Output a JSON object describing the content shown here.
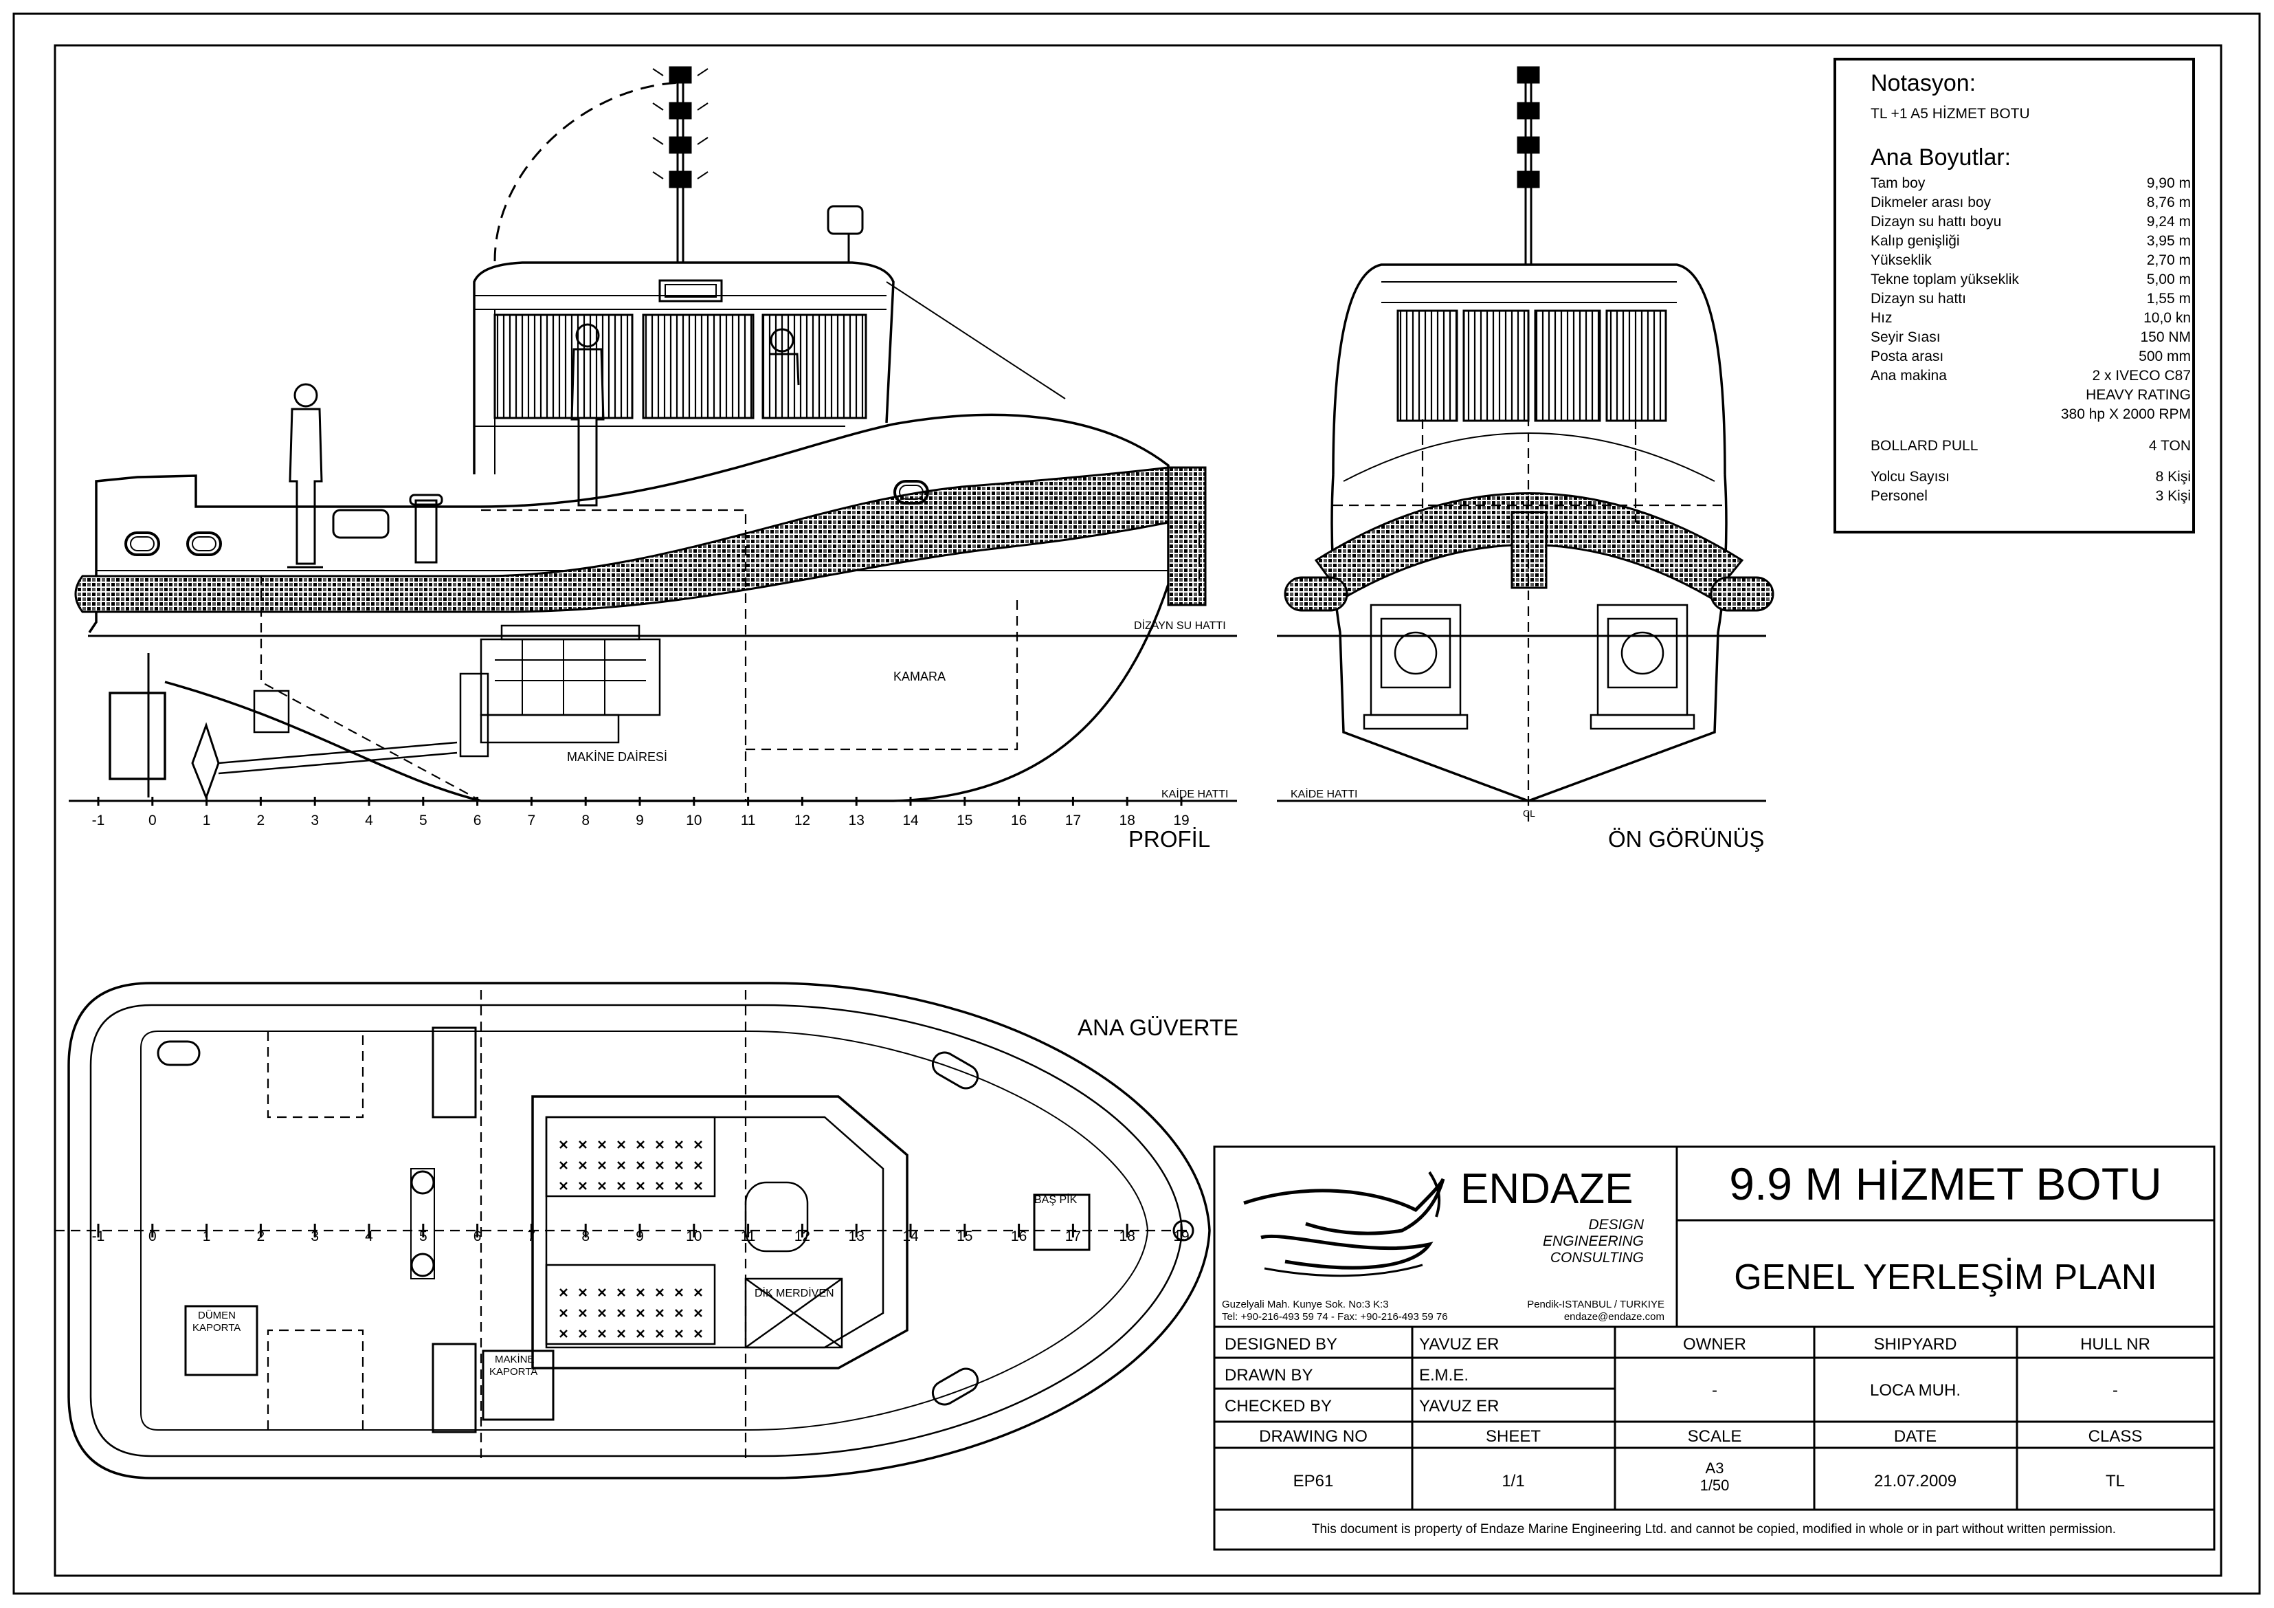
{
  "notation": {
    "heading": "Notasyon:",
    "class_line": "TL  +1 A5 HİZMET BOTU",
    "dims_heading": "Ana Boyutlar:",
    "rows": [
      {
        "label": "Tam boy",
        "value": "9,90 m"
      },
      {
        "label": "Dikmeler arası boy",
        "value": "8,76 m"
      },
      {
        "label": "Dizayn su hattı boyu",
        "value": "9,24 m"
      },
      {
        "label": "Kalıp genişliği",
        "value": "3,95 m"
      },
      {
        "label": "Yükseklik",
        "value": "2,70 m"
      },
      {
        "label": "Tekne toplam yükseklik",
        "value": "5,00 m"
      },
      {
        "label": "Dizayn su hattı",
        "value": "1,55 m"
      },
      {
        "label": "Hız",
        "value": "10,0 kn"
      },
      {
        "label": "Seyir Sıası",
        "value": "150 NM"
      },
      {
        "label": "Posta arası",
        "value": "500 mm"
      },
      {
        "label": "Ana makina",
        "value": "2 x IVECO C87"
      },
      {
        "label": "",
        "value": "HEAVY RATING"
      },
      {
        "label": "",
        "value": "380 hp X 2000 RPM"
      },
      {
        "label": "BOLLARD PULL",
        "value": "4 TON"
      },
      {
        "label": "Yolcu Sayısı",
        "value": "8 Kişi"
      },
      {
        "label": "Personel",
        "value": "3 Kişi"
      }
    ]
  },
  "views": {
    "profile": "PROFİL",
    "front": "ÖN GÖRÜNÜŞ",
    "deck": "ANA GÜVERTE",
    "waterline": "DİZAYN SU HATTI",
    "baseline": "KAİDE HATTI",
    "centerline": "CL",
    "cabin": "KAMARA",
    "engine_room": "MAKİNE DAİRESİ",
    "fore_peak": "BAŞ PİK",
    "rudder_hatch_1": "DÜMEN",
    "rudder_hatch_2": "KAPORTA",
    "engine_hatch_1": "MAKİNE",
    "engine_hatch_2": "KAPORTA",
    "ladder": "DİK MERDİVEN"
  },
  "frames": [
    "-1",
    "0",
    "1",
    "2",
    "3",
    "4",
    "5",
    "6",
    "7",
    "8",
    "9",
    "10",
    "11",
    "12",
    "13",
    "14",
    "15",
    "16",
    "17",
    "18",
    "19"
  ],
  "title_block": {
    "company": "ENDAZE",
    "tagline_1": "DESIGN",
    "tagline_2": "ENGINEERING",
    "tagline_3": "CONSULTING",
    "address_left": "Guzelyali Mah. Kunye Sok. No:3 K:3",
    "address_right": "Pendik-ISTANBUL / TURKIYE",
    "phone": "Tel: +90-216-493 59 74 - Fax: +90-216-493 59 76",
    "email": "endaze@endaze.com",
    "title": "9.9 M HİZMET BOTU",
    "subtitle": "GENEL YERLEŞİM PLANI",
    "designed_by_label": "DESIGNED BY",
    "designed_by": "YAVUZ ER",
    "drawn_by_label": "DRAWN BY",
    "drawn_by": "E.M.E.",
    "checked_by_label": "CHECKED BY",
    "checked_by": "YAVUZ ER",
    "owner_label": "OWNER",
    "owner": "-",
    "shipyard_label": "SHIPYARD",
    "shipyard": "LOCA MUH.",
    "hull_nr_label": "HULL NR",
    "hull_nr": "-",
    "drawing_no_label": "DRAWING NO",
    "drawing_no": "EP61",
    "sheet_label": "SHEET",
    "sheet": "1/1",
    "scale_label": "SCALE",
    "scale_paper": "A3",
    "scale": "1/50",
    "date_label": "DATE",
    "date": "21.07.2009",
    "class_label": "CLASS",
    "class": "TL",
    "disclaimer": "This document is property of  Endaze Marine Engineering Ltd. and cannot be copied, modified in whole or in part without written permission."
  }
}
